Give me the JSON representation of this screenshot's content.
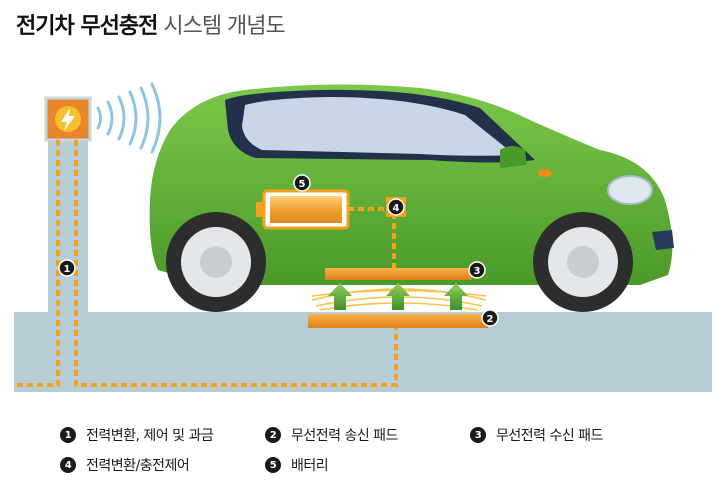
{
  "title": {
    "bold": "전기차 무선충전",
    "light": "시스템 개념도"
  },
  "markers": {
    "m1": "1",
    "m2": "2",
    "m3": "3",
    "m4": "4",
    "m5": "5"
  },
  "legend": [
    {
      "num": "1",
      "label": "전력변환, 제어 및 과금"
    },
    {
      "num": "2",
      "label": "무선전력 송신 패드"
    },
    {
      "num": "3",
      "label": "무선전력 수신 패드"
    },
    {
      "num": "4",
      "label": "전력변환/충전제어"
    },
    {
      "num": "5",
      "label": "배터리"
    }
  ],
  "icons": {
    "charger": "lightning-bolt-icon",
    "signal": "wireless-signal-icon",
    "transfer": "up-arrow-icon"
  },
  "colors": {
    "car_body": "#5fb336",
    "ground": "#b7cdd6",
    "pad": "#f08a1c",
    "power_line": "#f5a11c",
    "charger_box": "#e9862a",
    "arrow": "#4fa83a",
    "signal": "#8ec5e0",
    "marker": "#1a1a1a"
  }
}
